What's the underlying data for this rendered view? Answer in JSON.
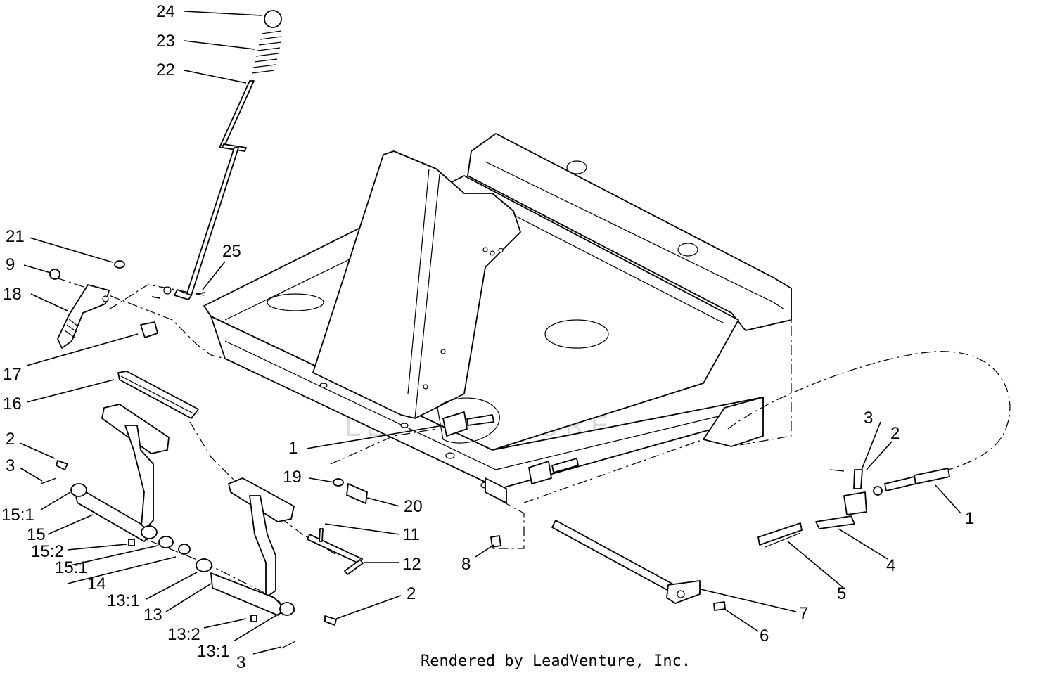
{
  "watermark": {
    "text": "LEADVENTURE"
  },
  "footer": {
    "text": "Rendered by LeadVenture, Inc."
  },
  "callouts": {
    "c24": "24",
    "c23": "23",
    "c22": "22",
    "c21": "21",
    "c9": "9",
    "c25": "25",
    "c18": "18",
    "c17": "17",
    "c16": "16",
    "c2a": "2",
    "c3a": "3",
    "c15_1a": "15:1",
    "c15": "15",
    "c15_2": "15:2",
    "c15_1b": "15:1",
    "c14": "14",
    "c13_1a": "13:1",
    "c13": "13",
    "c13_2": "13:2",
    "c13_1b": "13:1",
    "c3b": "3",
    "c1a": "1",
    "c19": "19",
    "c20": "20",
    "c11": "11",
    "c12": "12",
    "c2b": "2",
    "c8": "8",
    "c7": "7",
    "c6": "6",
    "c5": "5",
    "c3c": "3",
    "c2c": "2",
    "c1b": "1",
    "c4": "4"
  }
}
